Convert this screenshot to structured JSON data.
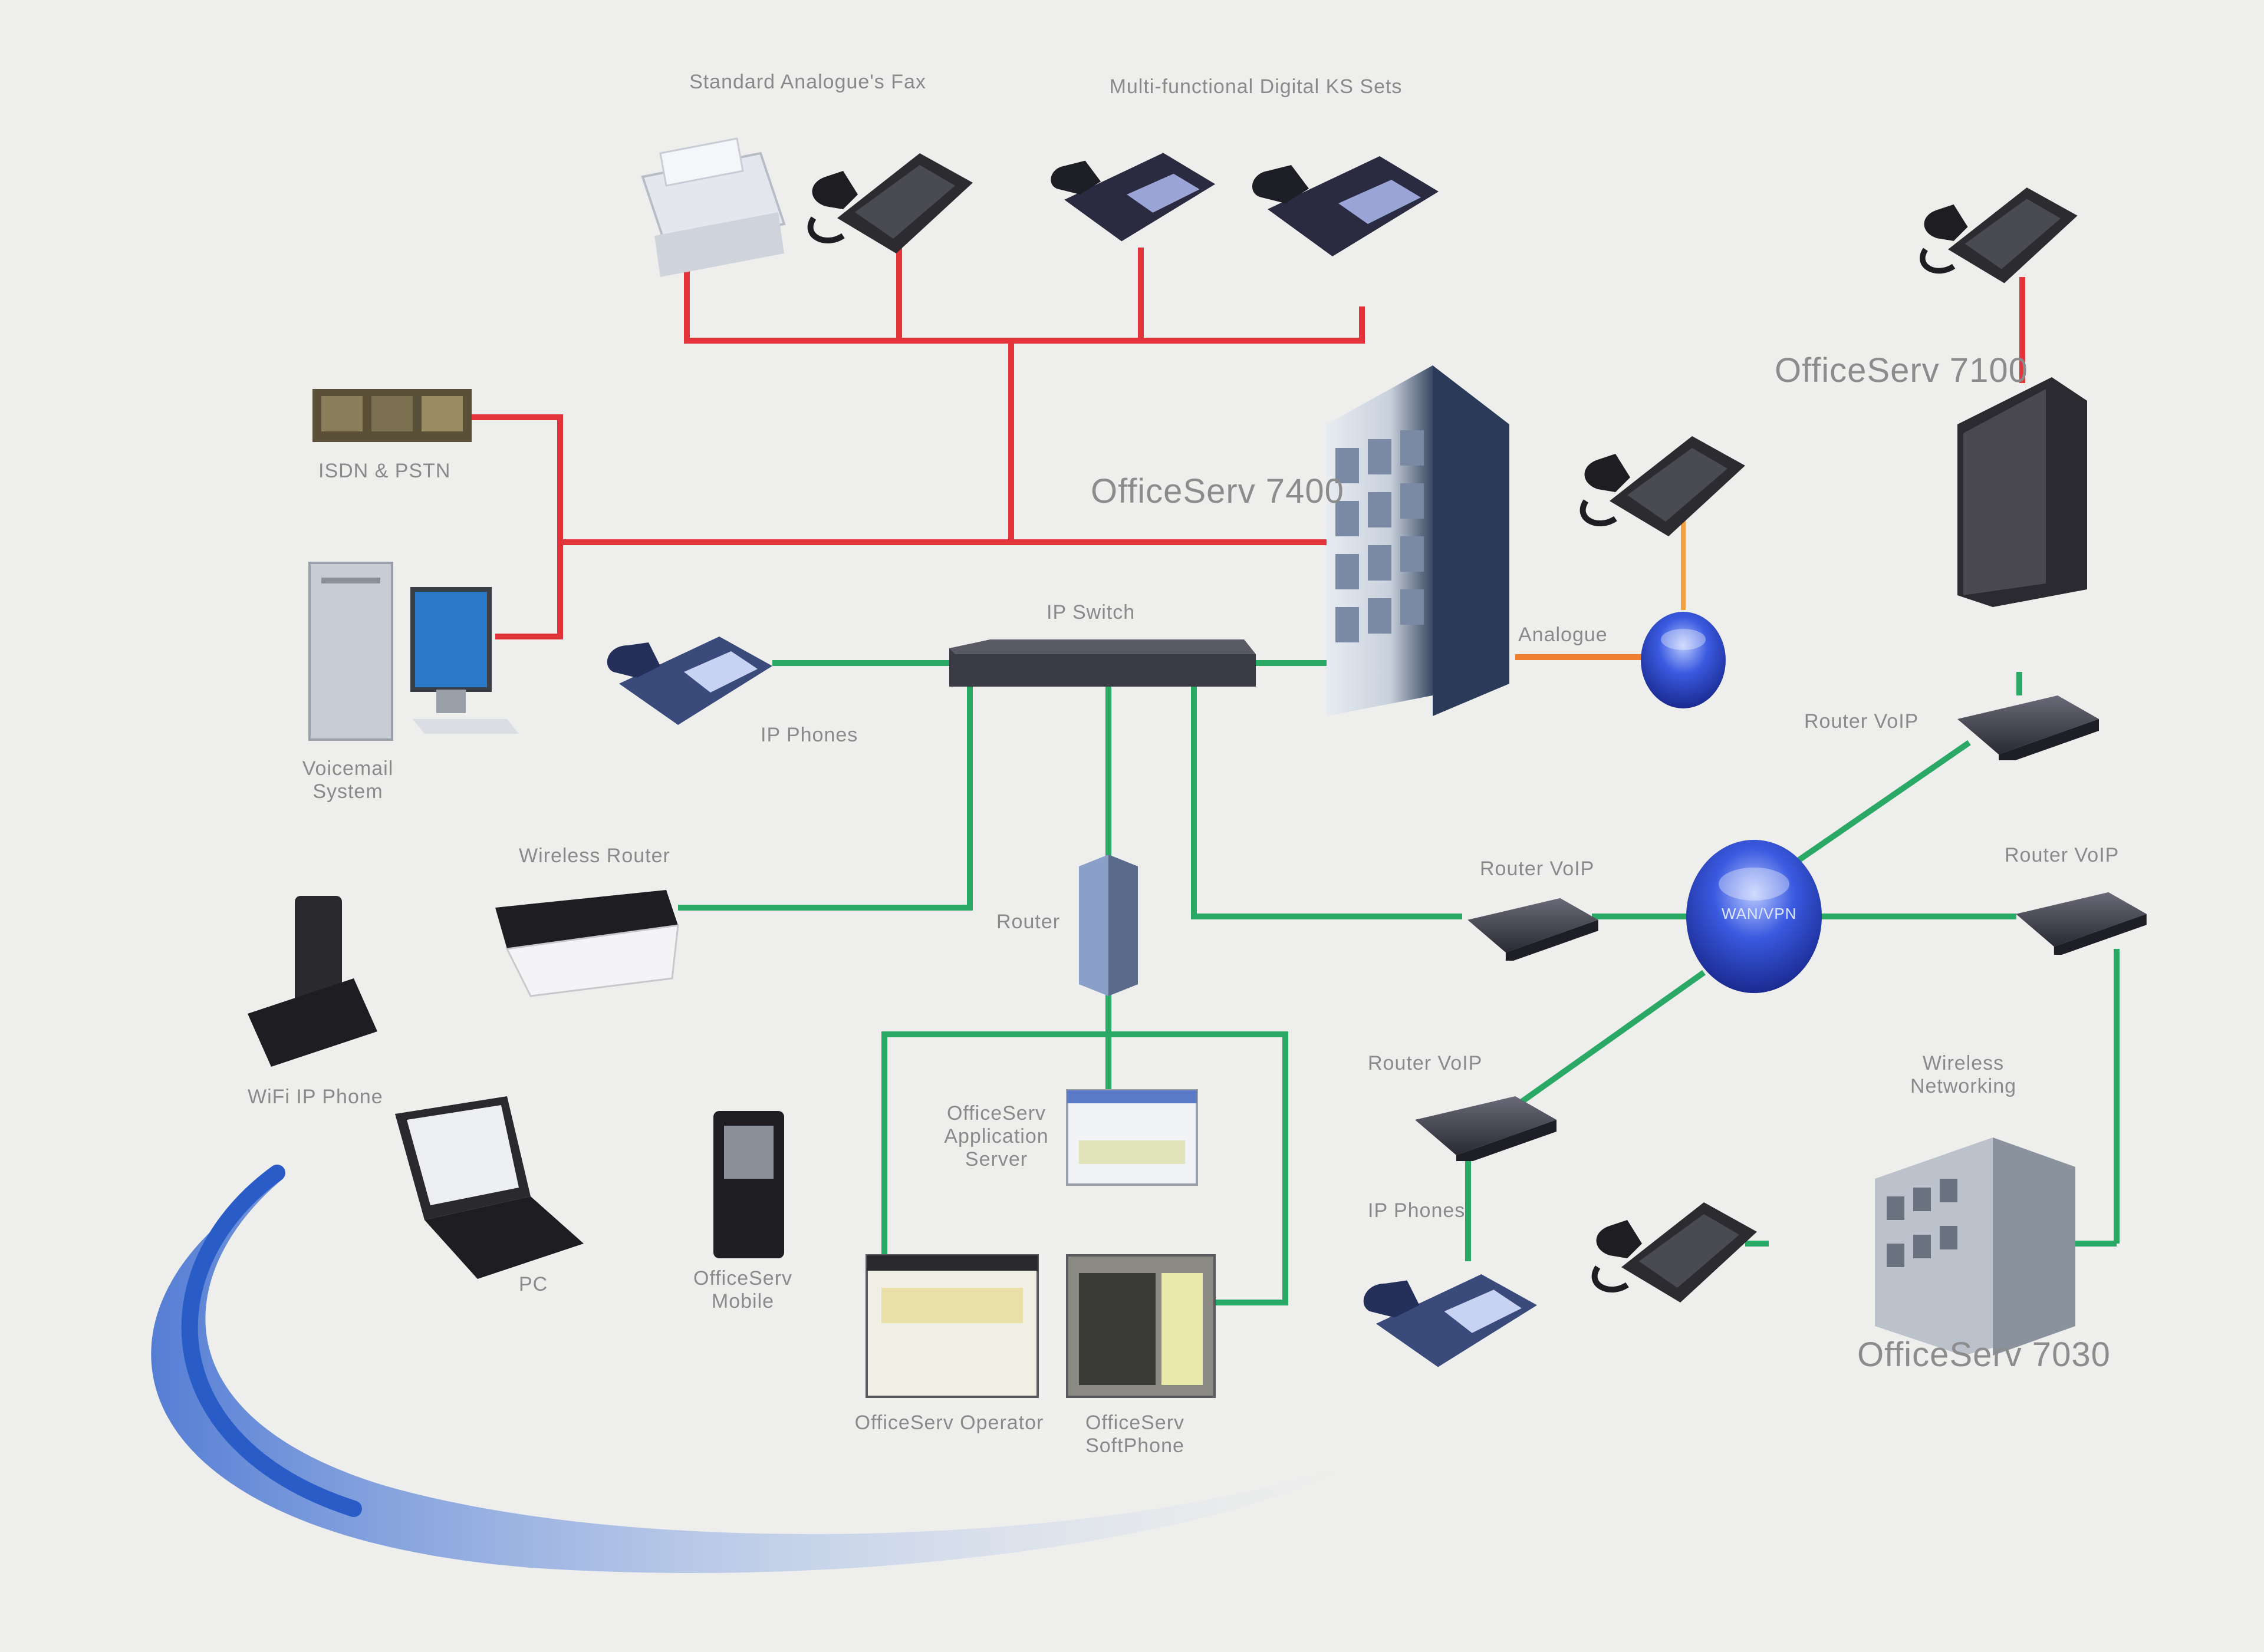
{
  "colors": {
    "background": "#eeeeec",
    "voice_line": "#e3333b",
    "ip_line": "#2aa865",
    "analog_line": "#f08030",
    "cloud": "#2a48c8",
    "swoosh": "#3a7ad8"
  },
  "labels": {
    "top_fax": "Standard Analogue's Fax",
    "top_phones": "Multi-functional Digital KS Sets",
    "isdn": "ISDN & PSTN",
    "main_system": "OfficeServ 7400",
    "remote_system": "OfficeServ 7100",
    "voicemail": "Voicemail System",
    "ip_switch": "IP Switch",
    "ip_phone_left": "IP Phones",
    "ip_phone_right": "IP Phones",
    "wireless_router": "Wireless Router",
    "router": "Router",
    "router_voip_1": "Router VoIP",
    "router_voip_2": "Router VoIP",
    "router_voip_3": "Router VoIP",
    "router_voip_4": "Router VoIP",
    "analogue": "Analogue",
    "wifi_phone": "WiFi IP Phone",
    "pc": "PC",
    "mobile": "OfficeServ Mobile",
    "wan": "WAN/VPN",
    "app_server": "OfficeServ Application Server",
    "operator": "OfficeServ Operator",
    "softphone": "OfficeServ SoftPhone",
    "branch_system": "OfficeServ 7030",
    "wireless_network": "Wireless Networking"
  }
}
